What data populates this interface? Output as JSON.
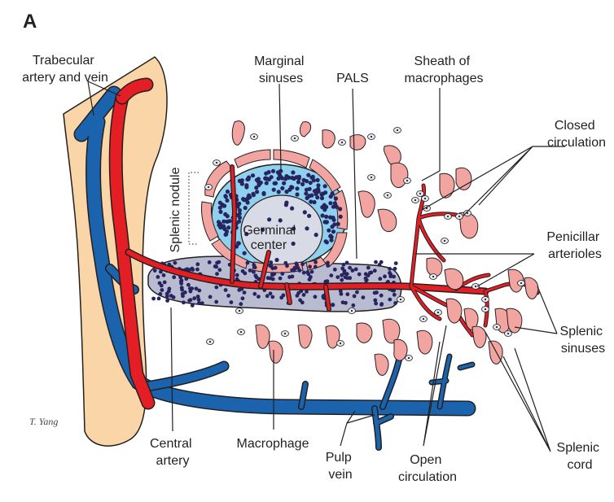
{
  "panel_letter": "A",
  "labels": {
    "trabecular": [
      "Trabecular",
      "artery and vein"
    ],
    "marginal_sinuses": [
      "Marginal",
      "sinuses"
    ],
    "pals": "PALS",
    "sheath": [
      "Sheath of",
      "macrophages"
    ],
    "closed_circulation": [
      "Closed",
      "circulation"
    ],
    "splenic_nodule": "Splenic nodule",
    "germinal_center": [
      "Germinal",
      "center"
    ],
    "penicillar": [
      "Penicillar",
      "arterioles"
    ],
    "splenic_sinuses": [
      "Splenic",
      "sinuses"
    ],
    "central_artery": [
      "Central",
      "artery"
    ],
    "macrophage": "Macrophage",
    "pulp_vein": [
      "Pulp",
      "vein"
    ],
    "open_circulation": [
      "Open",
      "circulation"
    ],
    "splenic_cord": [
      "Splenic",
      "cord"
    ]
  },
  "signature": "T. Yang",
  "colors": {
    "artery": "#e31e24",
    "vein": "#1b64ad",
    "trabecula": "#f9d5a7",
    "sinus_cell": "#f2a5a0",
    "nodule": "#8fd0ee",
    "germinal": "#d8dbe6",
    "pals": "#b9bbd0",
    "lymphocyte": "#262560"
  }
}
